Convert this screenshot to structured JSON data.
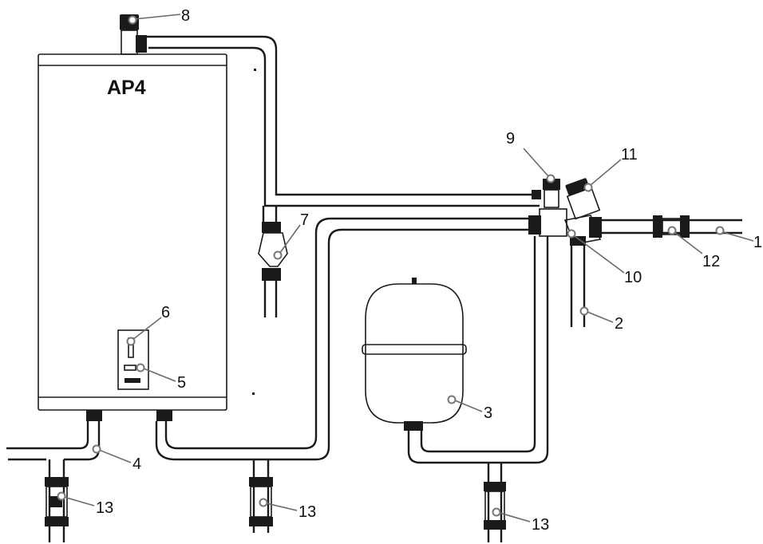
{
  "boiler": {
    "model_label": "AP4"
  },
  "callouts": [
    {
      "id": "c1",
      "label": "1"
    },
    {
      "id": "c2",
      "label": "2"
    },
    {
      "id": "c3",
      "label": "3"
    },
    {
      "id": "c4",
      "label": "4"
    },
    {
      "id": "c5",
      "label": "5"
    },
    {
      "id": "c6",
      "label": "6"
    },
    {
      "id": "c7",
      "label": "7"
    },
    {
      "id": "c8",
      "label": "8"
    },
    {
      "id": "c9",
      "label": "9"
    },
    {
      "id": "c10",
      "label": "10"
    },
    {
      "id": "c11",
      "label": "11"
    },
    {
      "id": "c12",
      "label": "12"
    },
    {
      "id": "c13a",
      "label": "13"
    },
    {
      "id": "c13b",
      "label": "13"
    },
    {
      "id": "c13c",
      "label": "13"
    }
  ],
  "colors": {
    "line": "#1a1a1a",
    "leader": "#6a6a6a"
  }
}
